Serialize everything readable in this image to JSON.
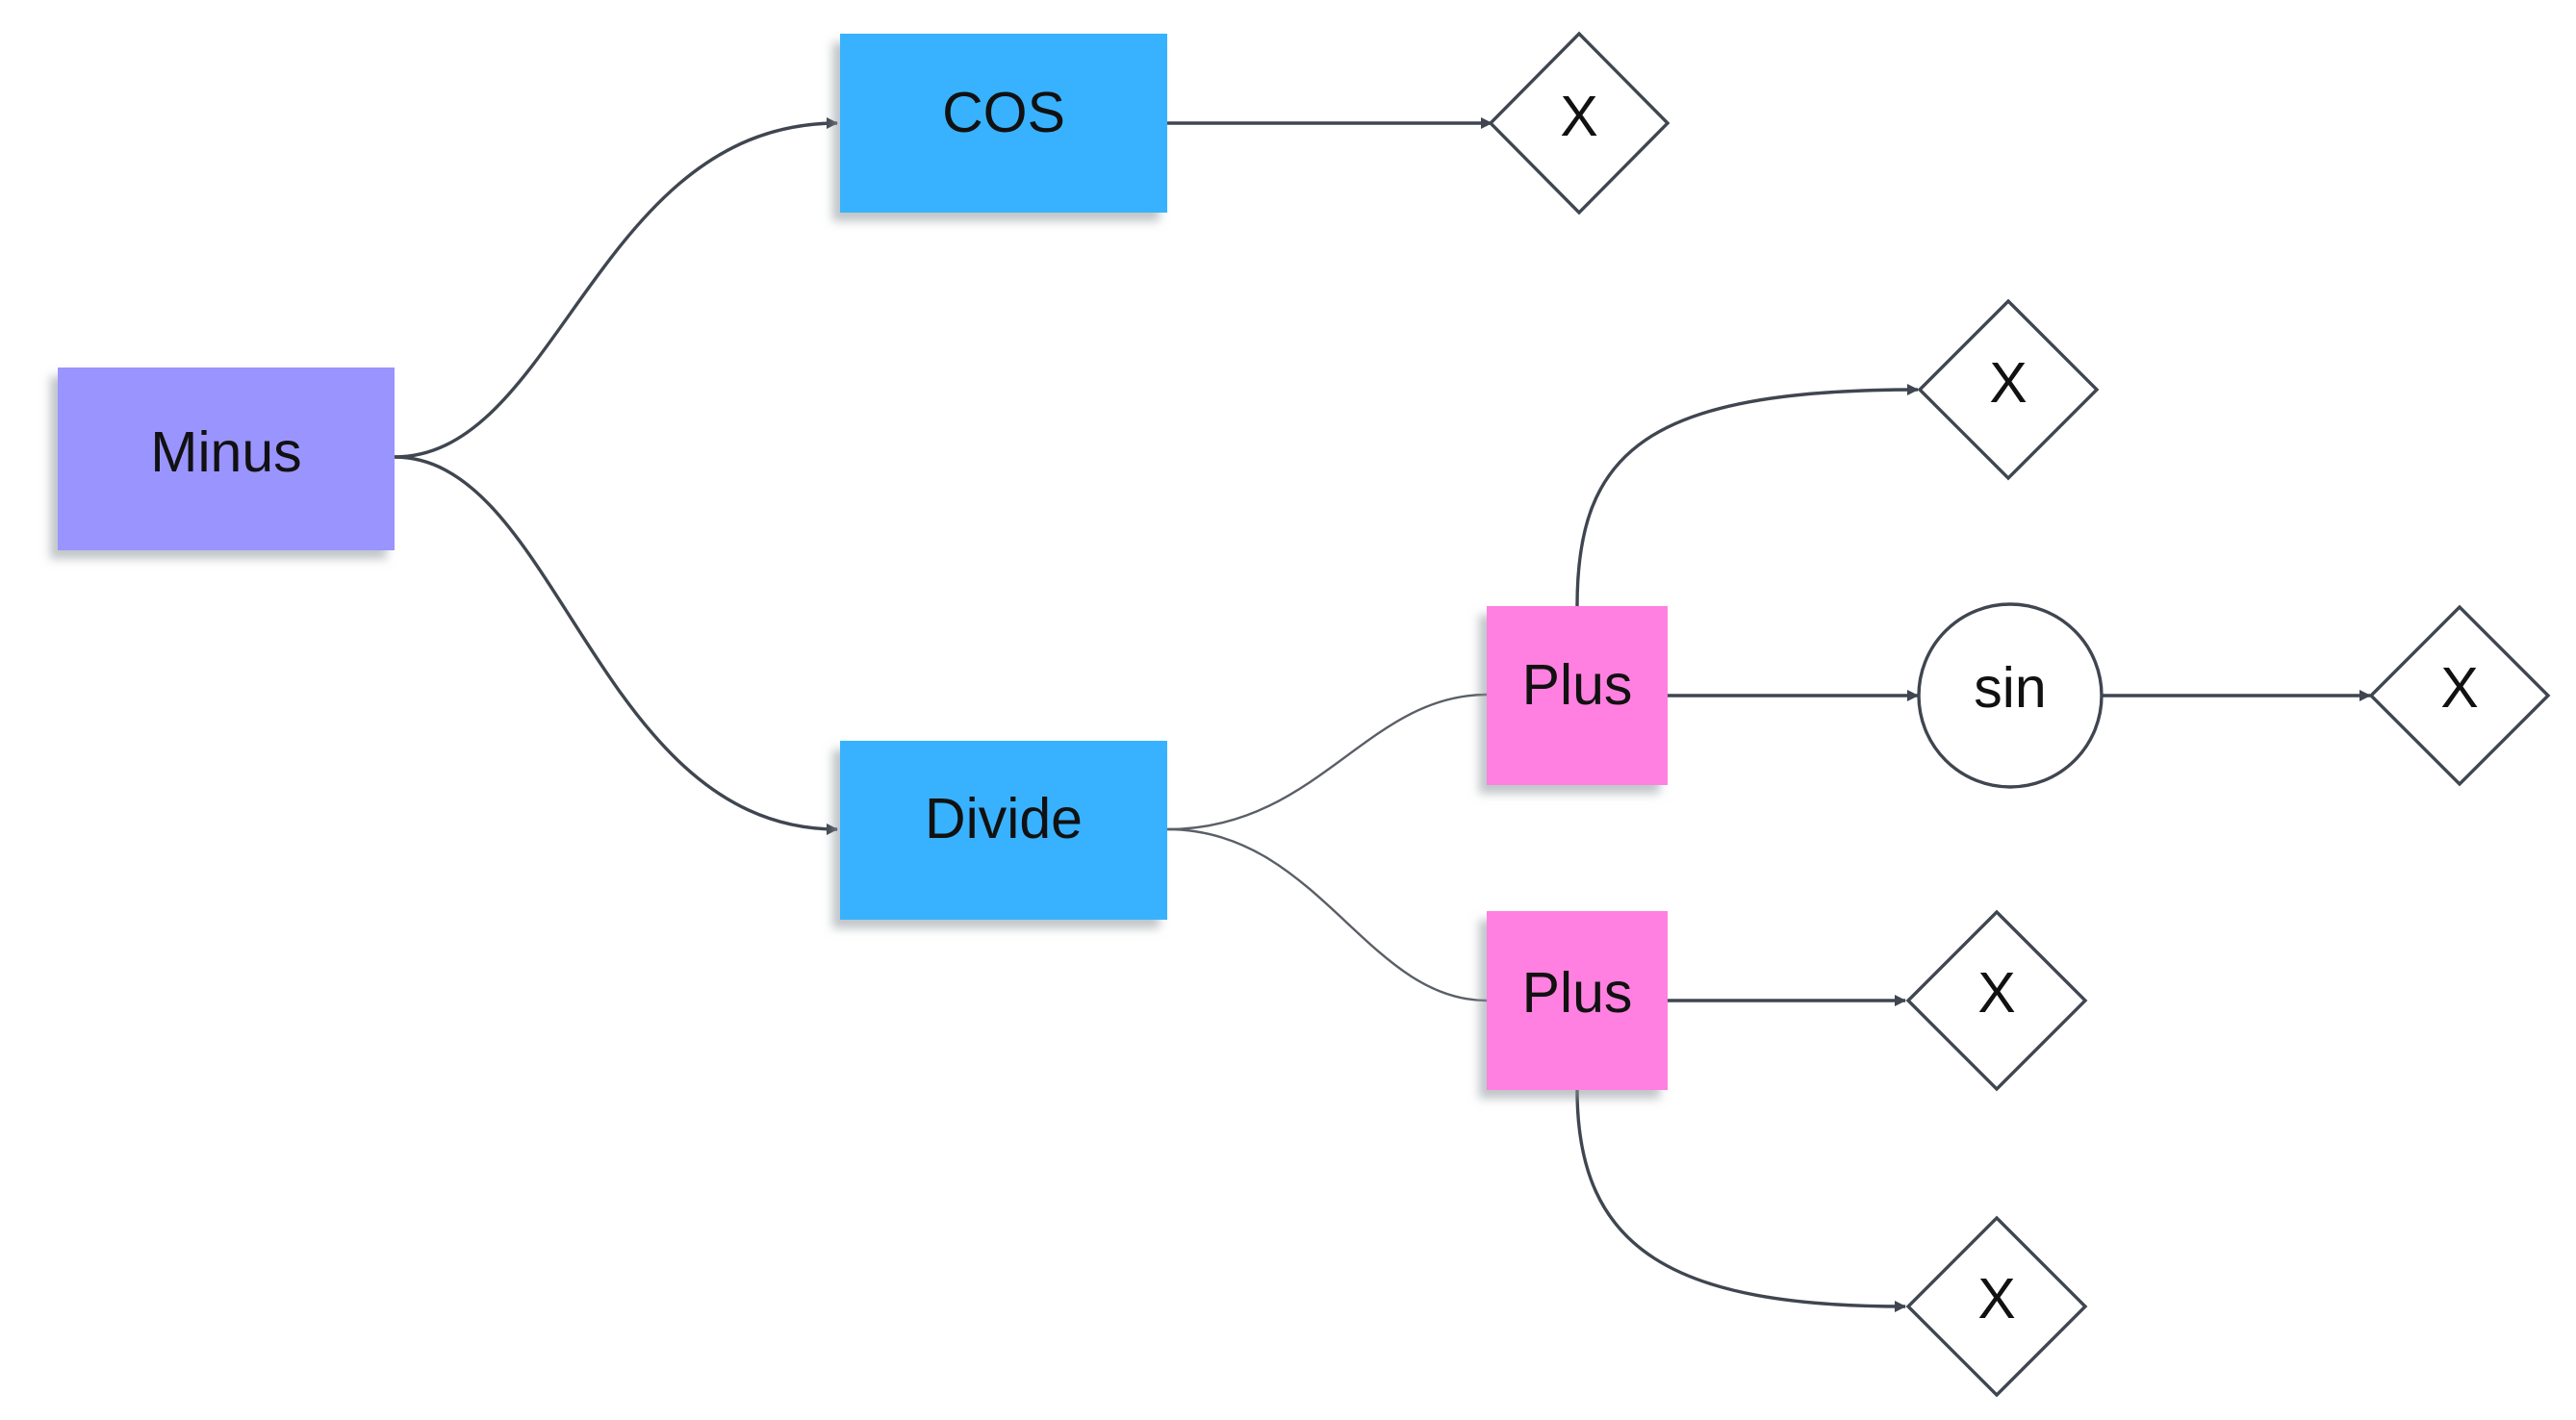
{
  "nodes": {
    "minus": {
      "label": "Minus",
      "color": "#9a94ff",
      "shape": "rectangle"
    },
    "cos": {
      "label": "COS",
      "color": "#38b2ff",
      "shape": "rectangle"
    },
    "divide": {
      "label": "Divide",
      "color": "#38b2ff",
      "shape": "rectangle"
    },
    "plus_top": {
      "label": "Plus",
      "color": "#ff80e0",
      "shape": "rectangle"
    },
    "plus_bottom": {
      "label": "Plus",
      "color": "#ff80e0",
      "shape": "rectangle"
    },
    "sin": {
      "label": "sin",
      "shape": "circle"
    },
    "x_cos": {
      "label": "X",
      "shape": "diamond"
    },
    "x_plus_top_upper": {
      "label": "X",
      "shape": "diamond"
    },
    "x_sin": {
      "label": "X",
      "shape": "diamond"
    },
    "x_plus_bottom_right": {
      "label": "X",
      "shape": "diamond"
    },
    "x_plus_bottom_lower": {
      "label": "X",
      "shape": "diamond"
    }
  },
  "edges": [
    {
      "from": "minus",
      "to": "cos"
    },
    {
      "from": "minus",
      "to": "divide"
    },
    {
      "from": "cos",
      "to": "x_cos"
    },
    {
      "from": "divide",
      "to": "plus_top"
    },
    {
      "from": "divide",
      "to": "plus_bottom"
    },
    {
      "from": "plus_top",
      "to": "x_plus_top_upper"
    },
    {
      "from": "plus_top",
      "to": "sin"
    },
    {
      "from": "sin",
      "to": "x_sin"
    },
    {
      "from": "plus_bottom",
      "to": "x_plus_bottom_right"
    },
    {
      "from": "plus_bottom",
      "to": "x_plus_bottom_lower"
    }
  ],
  "colors": {
    "edge": "#3f4650",
    "shadow": "#9aa0a6"
  }
}
